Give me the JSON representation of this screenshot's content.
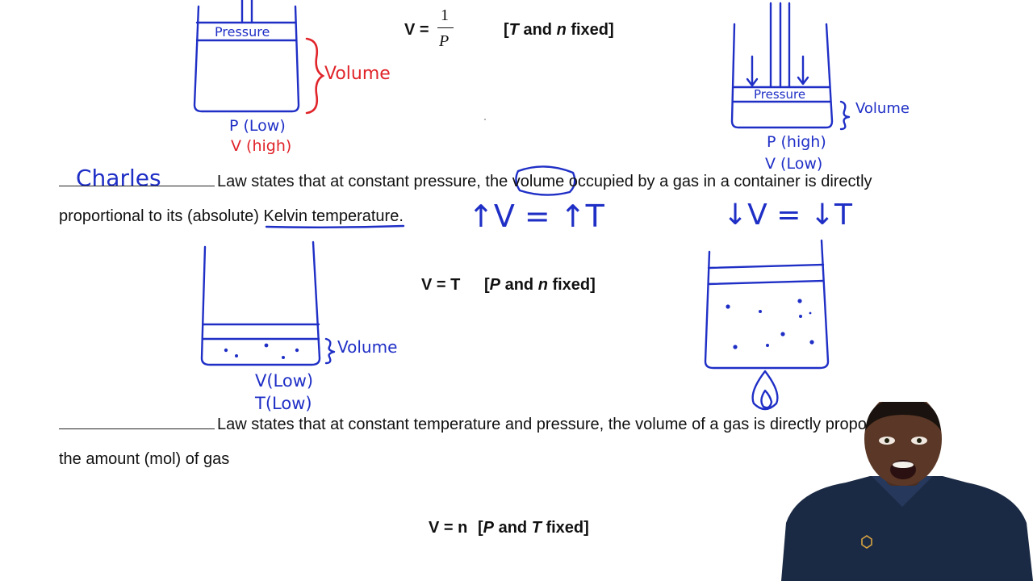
{
  "boyle": {
    "formula_v": "V =",
    "frac_num": "1",
    "frac_den": "P",
    "fixed": {
      "open": "[",
      "t": "T",
      "and": " and ",
      "n": "n",
      "rest": " fixed]"
    },
    "left_diagram": {
      "piston": "Pressure",
      "volume": "Volume",
      "p": "P (Low)",
      "v": "V (high)"
    },
    "right_diagram": {
      "piston": "Pressure",
      "volume": "Volume",
      "p": "P (high)",
      "v": "V (Low)"
    }
  },
  "charles": {
    "answer": "Charles",
    "line1": "Law states that at constant pressure, the volume occupied by a gas in a container is directly",
    "line2": "proportional to its (absolute) Kelvin temperature.",
    "relation_up": "↑V = ↑T",
    "relation_down": "↓V = ↓T",
    "formula": "V = T",
    "fixed": {
      "open": "[",
      "p": "P",
      "and": " and ",
      "n": "n",
      "rest": " fixed]"
    },
    "diagram": {
      "volume": "Volume",
      "v": "V(Low)",
      "t": "T(Low)"
    }
  },
  "avogadro": {
    "line1": "Law states that at constant temperature and pressure, the volume of a gas is directly proportional to",
    "line2": "the amount (mol) of gas",
    "formula": "V = n",
    "fixed": {
      "open": "[",
      "p": "P",
      "and": " and ",
      "t": "T",
      "rest": " fixed]"
    }
  },
  "colors": {
    "ink_blue": "#1f2fc6",
    "ink_red": "#e0242a",
    "shirt": "#1b2a44",
    "logo": "#d9a441"
  }
}
